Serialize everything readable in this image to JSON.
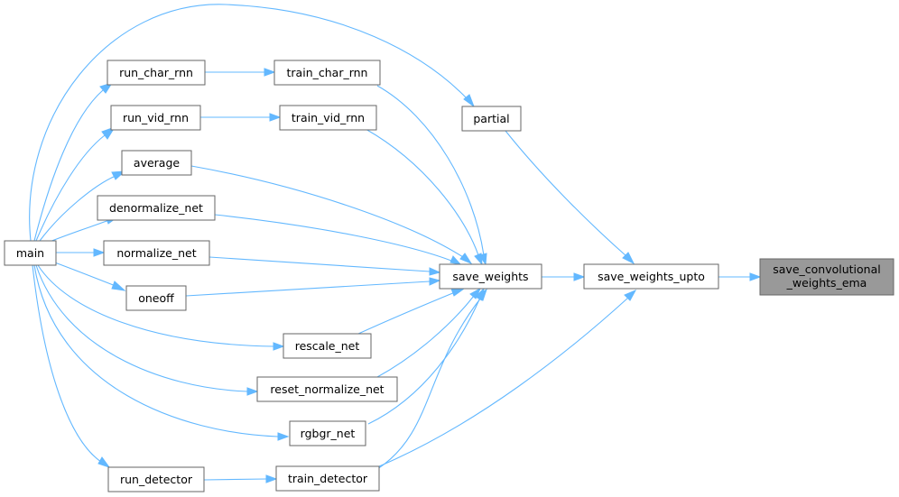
{
  "graph": {
    "nodes": {
      "main": "main",
      "run_char_rnn": "run_char_rnn",
      "train_char_rnn": "train_char_rnn",
      "run_vid_rnn": "run_vid_rnn",
      "train_vid_rnn": "train_vid_rnn",
      "average": "average",
      "denormalize_net": "denormalize_net",
      "normalize_net": "normalize_net",
      "oneoff": "oneoff",
      "rescale_net": "rescale_net",
      "reset_normalize_net": "reset_normalize_net",
      "rgbgr_net": "rgbgr_net",
      "run_detector": "run_detector",
      "train_detector": "train_detector",
      "partial": "partial",
      "save_weights": "save_weights",
      "save_weights_upto": "save_weights_upto",
      "save_conv_line1": "save_convolutional",
      "save_conv_line2": "_weights_ema"
    },
    "colors": {
      "edge": "#63b8ff",
      "node_border": "#666666",
      "highlight_fill": "#999999"
    }
  }
}
